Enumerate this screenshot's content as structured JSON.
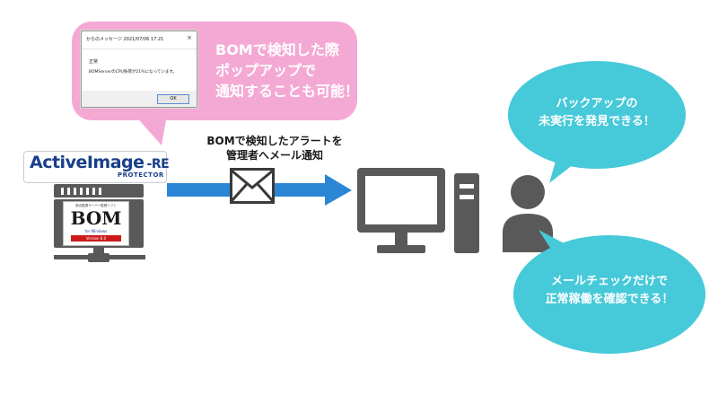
{
  "popup_dialog": {
    "title": "からのメッセージ 2021/07/06 17:21",
    "close": "×",
    "status": "正常",
    "message": "BOMServerのCPU負荷が21％になっています。",
    "ok_label": "OK"
  },
  "popup_caption": {
    "lines": [
      "BOMで検知した際",
      "ポップアップで",
      "通知することも可能！"
    ]
  },
  "activeimage_logo": {
    "name": "ActiveImage",
    "suffix": "-RE",
    "subtitle": "PROTECTOR"
  },
  "bom_logo": {
    "tagline": "統合監視サーバー監視ソフト",
    "name": "BOM",
    "for_text": "for Windows",
    "version": "Version 8.0"
  },
  "arrow_label": {
    "lines": [
      "BOMで検知したアラートを",
      "管理者へメール通知"
    ]
  },
  "bubble_backup": {
    "lines": [
      "バックアップの",
      "未実行を発見できる！"
    ]
  },
  "bubble_mail": {
    "lines": [
      "メールチェックだけで",
      "正常稼働を確認できる！"
    ]
  },
  "colors": {
    "pink_bubble": "#f4a9d4",
    "cyan_bubble": "#46c9d9",
    "arrow_blue": "#2b86d5",
    "icon_gray": "#595959",
    "logo_navy": "#183f8a"
  }
}
